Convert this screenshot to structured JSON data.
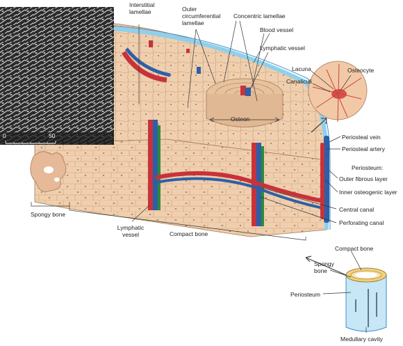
{
  "labels": {
    "interstitial": "Interstitial lamellae",
    "outer_circ": "Outer circumferential lamellae",
    "concentric": "Concentric lamellae",
    "blood_vessel": "Blood vessel",
    "lymphatic_top": "Lymphatic vessel",
    "lacuna": "Lacuna",
    "canaliculi": "Canaliculi",
    "osteocyte": "Osteocyte",
    "osteon": "Osteon",
    "periosteal_vein": "Periosteal vein",
    "periosteal_artery": "Periosteal artery",
    "periosteum_heading": "Periosteum:",
    "outer_fibrous": "Outer fibrous layer",
    "inner_osteogenic": "Inner osteogenic layer",
    "central_canal": "Central canal",
    "perforating_canal": "Perforating canal",
    "spongy_bone": "Spongy bone",
    "lymphatic_bottom": "Lymphatic vessel",
    "compact_bone": "Compact bone",
    "inset_compact": "Compact bone",
    "inset_spongy": "Spongy bone",
    "inset_periosteum": "Periosteum",
    "medullary": "Medullary cavity"
  },
  "micrograph": {
    "scale_start": "0",
    "scale_end": "50"
  }
}
